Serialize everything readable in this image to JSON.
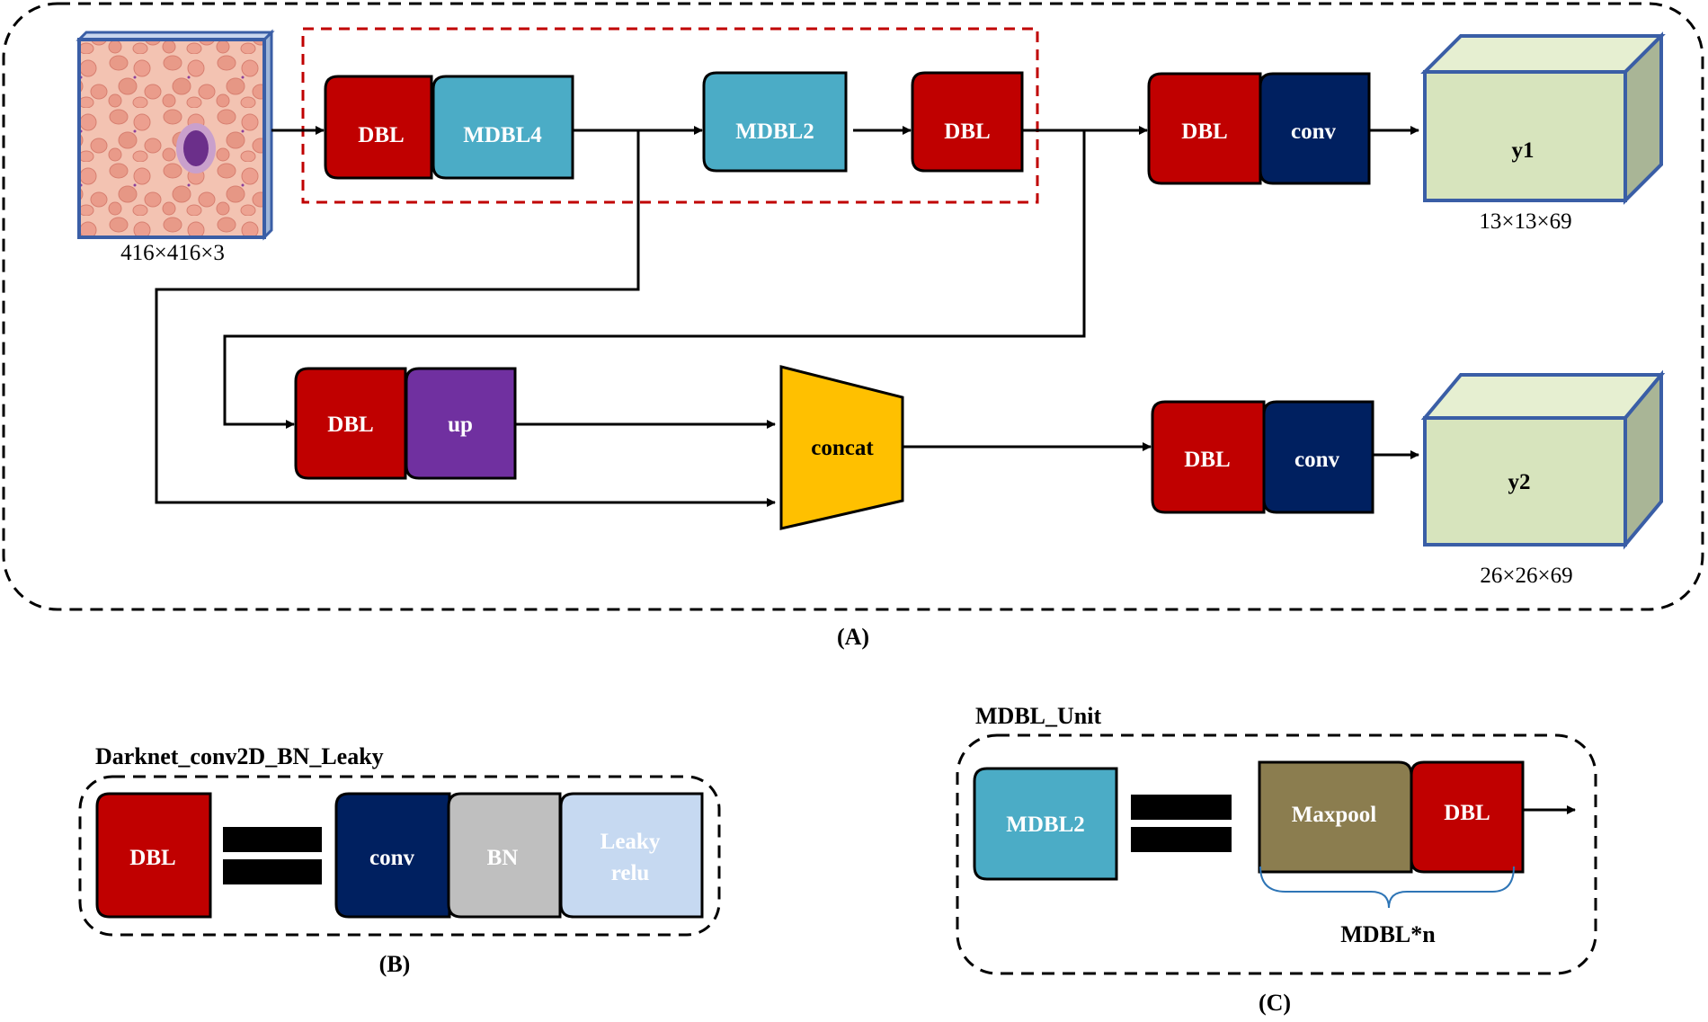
{
  "panels": {
    "a": {
      "caption": "(A)",
      "input_size": "416×416×3",
      "blocks": {
        "dbl1": "DBL",
        "mdbl4": "MDBL4",
        "mdbl2": "MDBL2",
        "dbl2": "DBL",
        "dbl3": "DBL",
        "conv1": "conv",
        "dbl4": "DBL",
        "up": "up",
        "concat": "concat",
        "dbl5": "DBL",
        "conv2": "conv"
      },
      "outputs": [
        {
          "label": "y1",
          "size": "13×13×69"
        },
        {
          "label": "y2",
          "size": "26×26×69"
        }
      ]
    },
    "b": {
      "caption": "(B)",
      "title": "Darknet_conv2D_BN_Leaky",
      "blocks": {
        "dbl": "DBL",
        "conv": "conv",
        "bn": "BN",
        "leaky_line1": "Leaky",
        "leaky_line2": "relu"
      }
    },
    "c": {
      "caption": "(C)",
      "title": "MDBL_Unit",
      "blocks": {
        "mdbl2": "MDBL2",
        "maxpool": "Maxpool",
        "dbl": "DBL"
      },
      "brace_label": "MDBL*n"
    }
  },
  "colors": {
    "dbl": "#c00000",
    "mdbl": "#4bacc6",
    "conv": "#002060",
    "up": "#7030a0",
    "concat": "#ffc000",
    "output": "#d7e4bd",
    "bn": "#bfbfbf",
    "leaky": "#c6d9f1",
    "maxpool": "#8b7d4f",
    "frame_red": "#c00000",
    "brace": "#2e75b6"
  },
  "icons": {
    "input_image": "blood-smear-image"
  }
}
